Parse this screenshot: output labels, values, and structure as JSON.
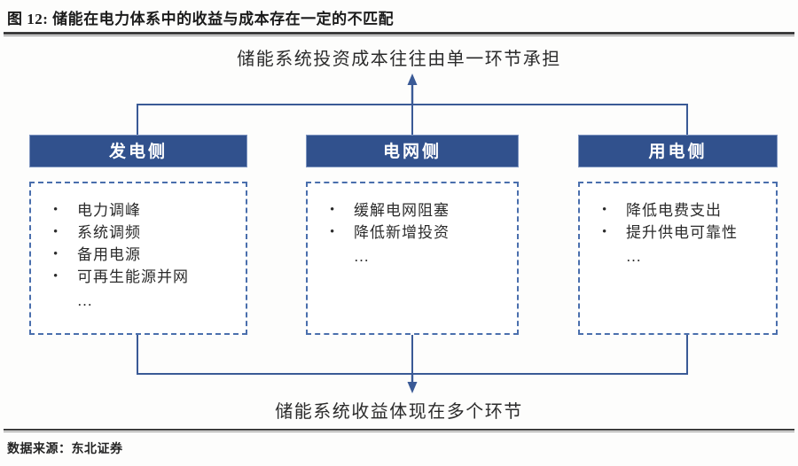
{
  "figure": {
    "title": "图 12: 储能在电力体系中的收益与成本存在一定的不匹配",
    "source_note": "数据来源：东北证券"
  },
  "diagram": {
    "type": "flow",
    "top_caption": "储能系统投资成本往往由单一环节承担",
    "bottom_caption": "储能系统收益体现在多个环节",
    "ellipsis": "…",
    "bullet_glyph": "•",
    "colors": {
      "header_fill": "#31518d",
      "header_text": "#ffffff",
      "dashed_border": "#4a6fad",
      "connector": "#3a5a96",
      "rule": "#3c3c3c"
    },
    "columns": [
      {
        "header": "发电侧",
        "items": [
          "电力调峰",
          "系统调频",
          "备用电源",
          "可再生能源并网"
        ]
      },
      {
        "header": "电网侧",
        "items": [
          "缓解电网阻塞",
          "降低新增投资"
        ]
      },
      {
        "header": "用电侧",
        "items": [
          "降低电费支出",
          "提升供电可靠性"
        ]
      }
    ]
  }
}
